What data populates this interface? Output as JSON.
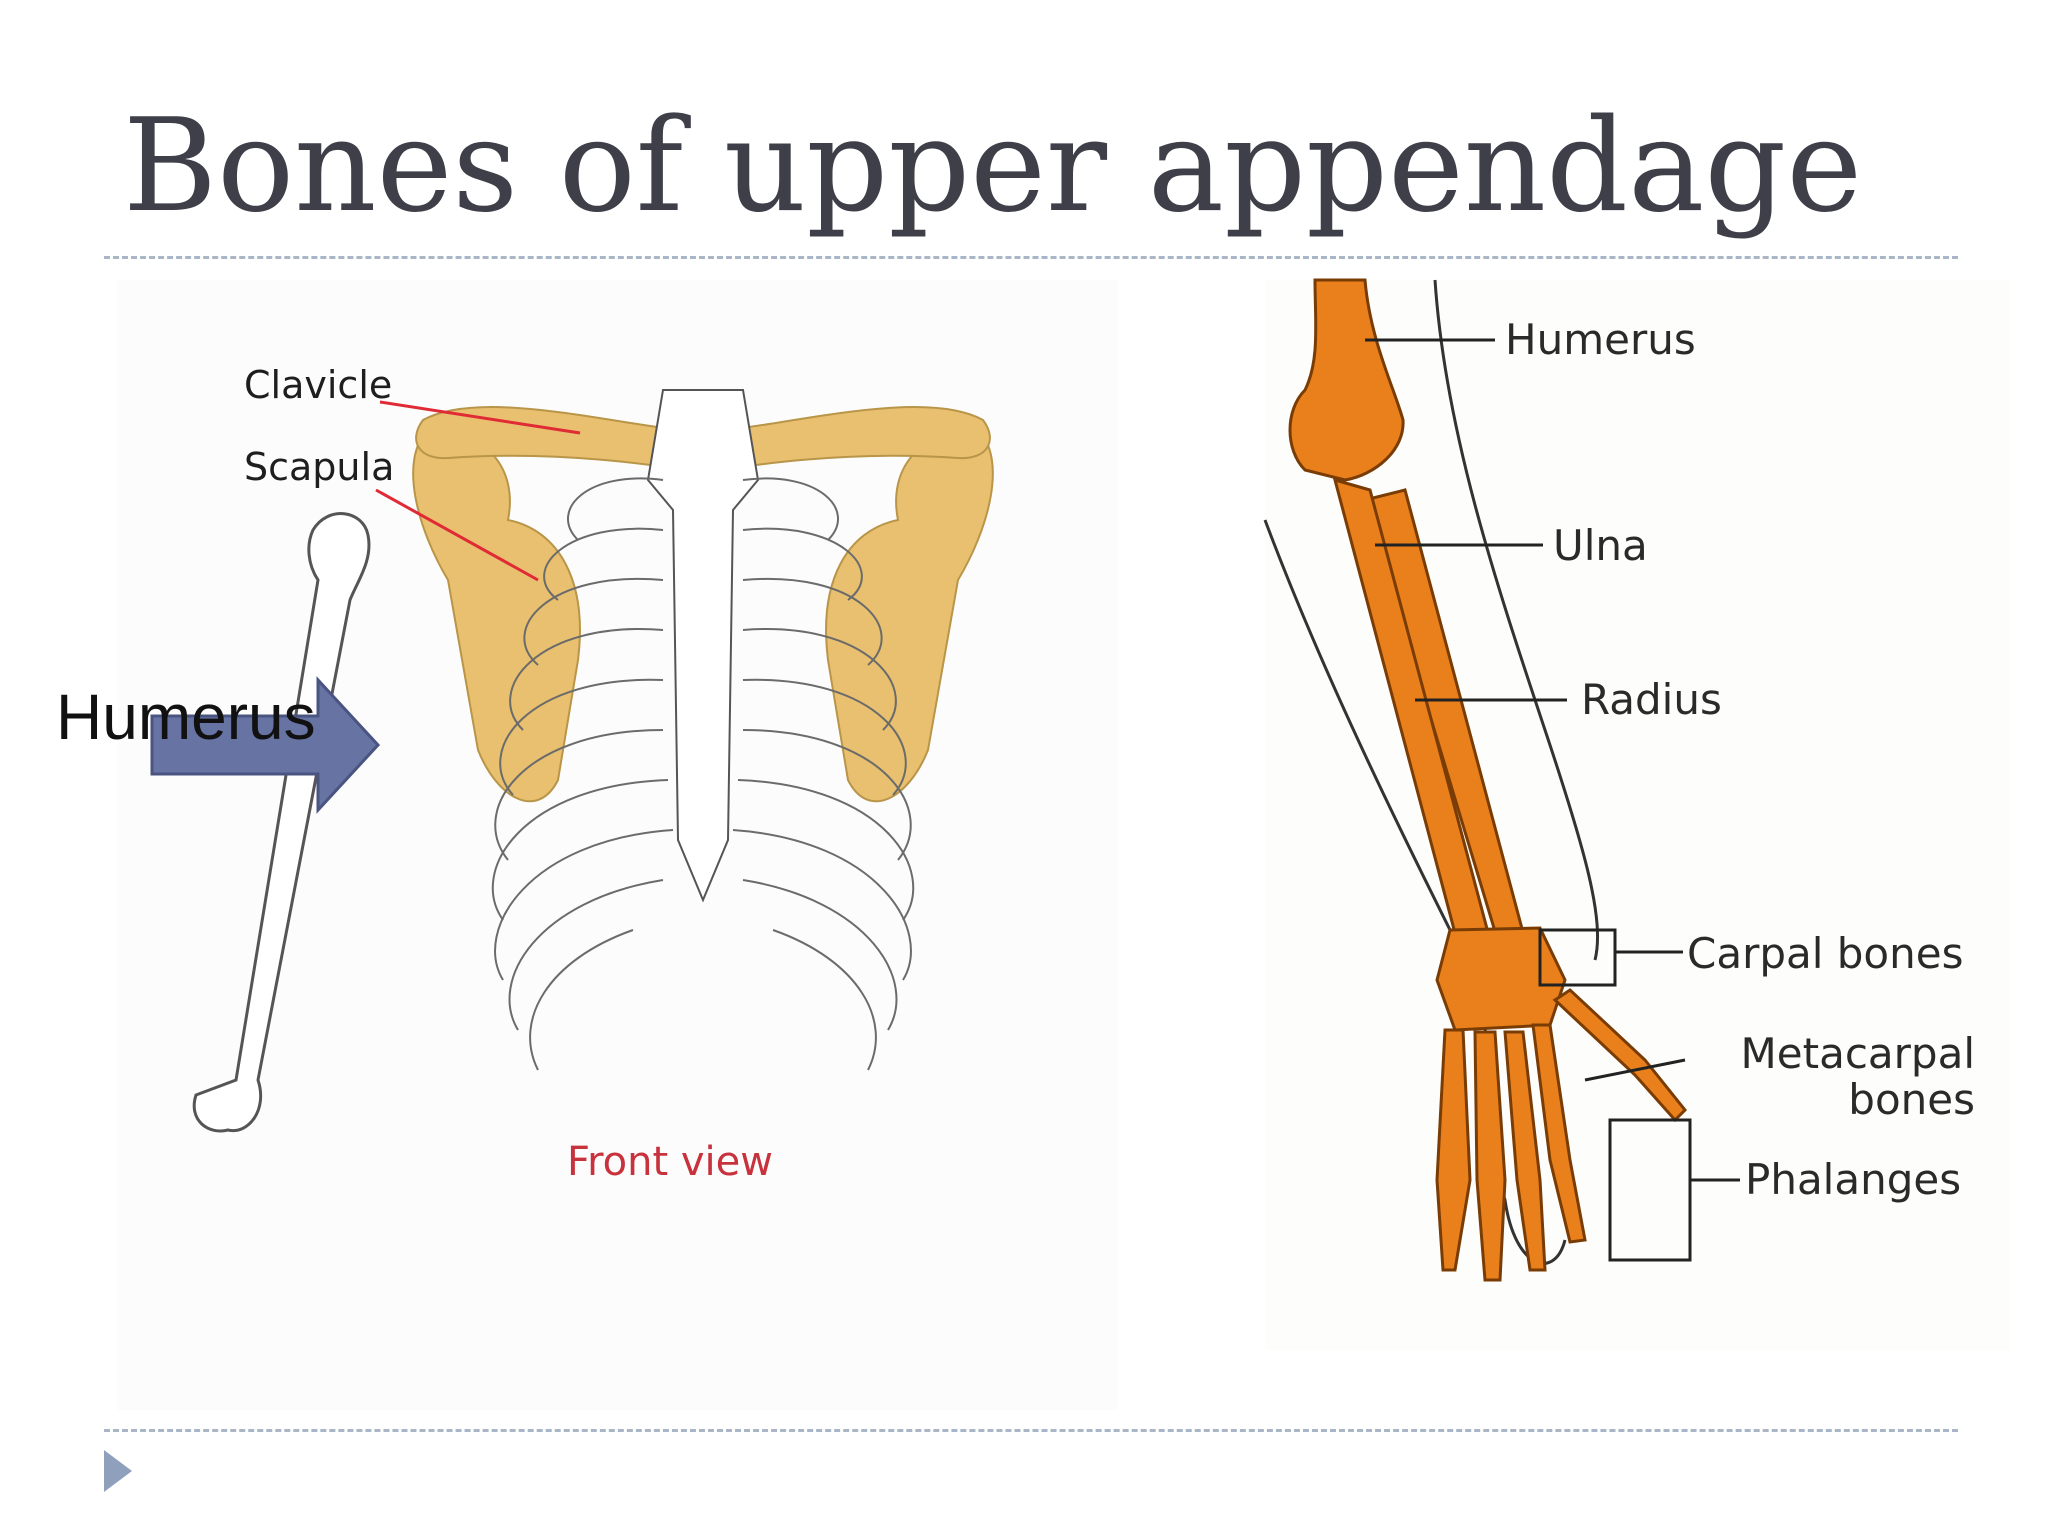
{
  "title": "Bones of upper appendage",
  "front_figure": {
    "labels": {
      "clavicle": "Clavicle",
      "scapula": "Scapula",
      "caption": "Front view"
    }
  },
  "arm_figure": {
    "labels": {
      "humerus": "Humerus",
      "ulna": "Ulna",
      "radius": "Radius",
      "carpal": "Carpal bones",
      "metacarpal_line1": "Metacarpal",
      "metacarpal_line2": "bones",
      "phalanges": "Phalanges"
    }
  },
  "callout": {
    "text": "Humerus"
  },
  "colors": {
    "title_text": "#3f3f4a",
    "divider": "#a9b6c7",
    "callout_arrow": "#6673a3",
    "shoulder_bone": "#e8c06f",
    "arm_bone": "#e9801b",
    "label_line_red": "#e02a35",
    "caption_red": "#c8323c"
  }
}
